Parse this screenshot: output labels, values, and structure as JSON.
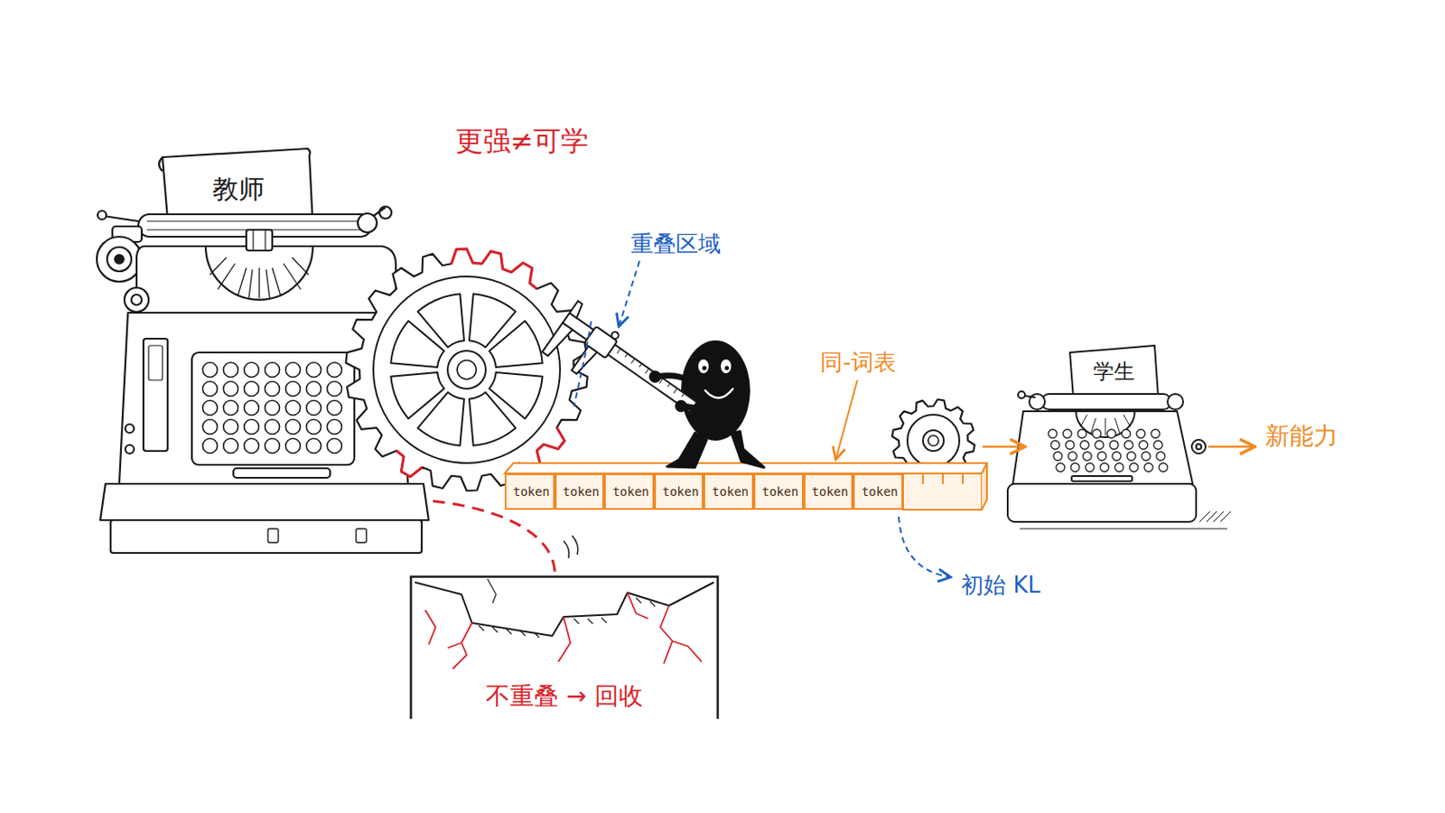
{
  "diagram": {
    "nodes": [
      {
        "text": [
          "教师"
        ]
      },
      {
        "text": [
          "token"
        ]
      },
      {
        "text": [
          "token"
        ]
      },
      {
        "text": [
          "token"
        ]
      },
      {
        "text": [
          "token"
        ]
      },
      {
        "text": [
          "token"
        ]
      },
      {
        "text": [
          "token"
        ]
      },
      {
        "text": [
          "token"
        ]
      },
      {
        "text": [
          "token"
        ]
      },
      {
        "text": [
          "学生"
        ]
      },
      {
        "text": [
          "不重叠 → 回收"
        ]
      }
    ],
    "edges": [
      {
        "from": 0,
        "to": 10,
        "arrow": "none"
      }
    ],
    "labels": [
      "更强≠可学",
      "重叠区域",
      "同-词表",
      "新能力",
      "初始 KL"
    ]
  }
}
